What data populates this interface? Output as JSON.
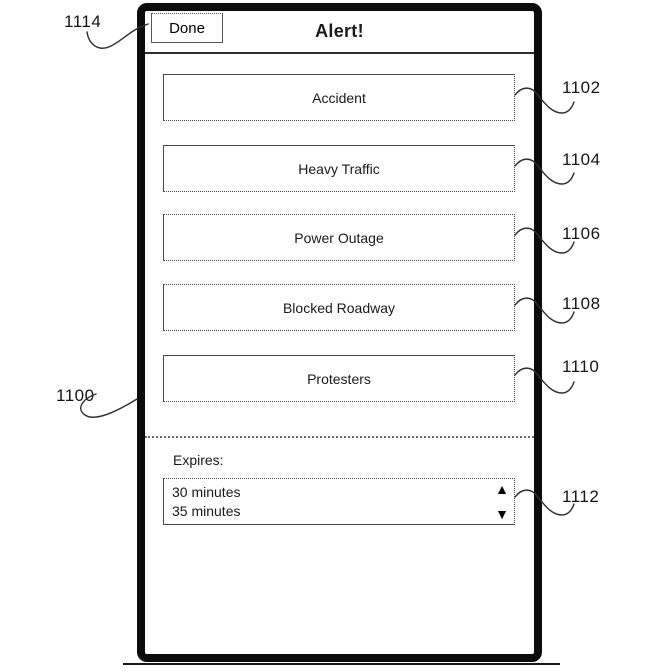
{
  "figure": {
    "refs": {
      "r1100": "1100",
      "r1102": "1102",
      "r1104": "1104",
      "r1106": "1106",
      "r1108": "1108",
      "r1110": "1110",
      "r1112": "1112",
      "r1114": "1114"
    },
    "device": {
      "header": {
        "done_label": "Done",
        "title": "Alert!"
      },
      "alert_buttons": [
        {
          "label": "Accident"
        },
        {
          "label": "Heavy Traffic"
        },
        {
          "label": "Power Outage"
        },
        {
          "label": "Blocked Roadway"
        },
        {
          "label": "Protesters"
        }
      ],
      "expires": {
        "label": "Expires:",
        "options": [
          {
            "label": "30 minutes"
          },
          {
            "label": "35 minutes"
          }
        ],
        "up_icon": "▲",
        "down_icon": "▼"
      }
    },
    "colors": {
      "ink": "#1a1a1a",
      "frame": "#0c0c0c",
      "box_border": "#4a4a4a"
    }
  }
}
